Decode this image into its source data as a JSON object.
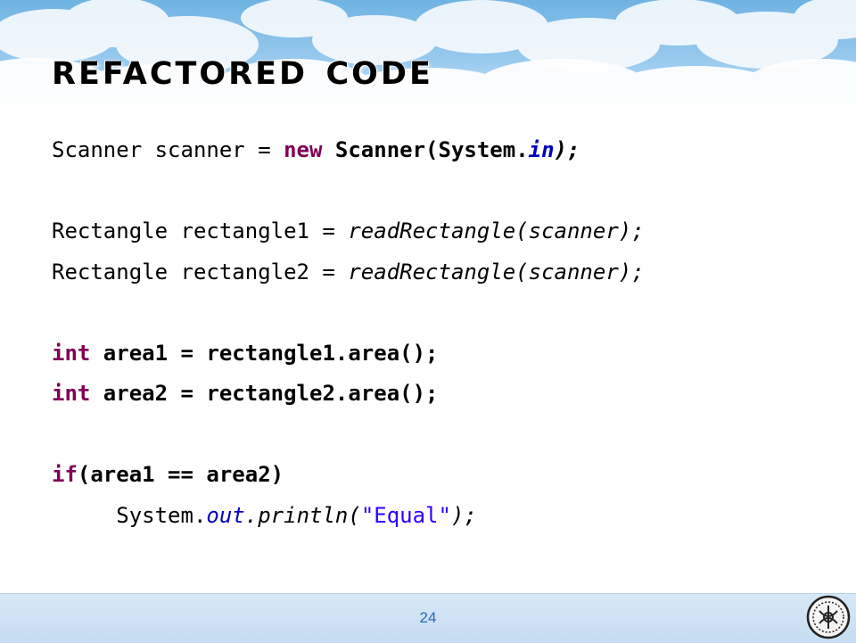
{
  "slide": {
    "title": "Refactored Code",
    "page_number": "24"
  },
  "code": {
    "line1": {
      "a": "Scanner scanner = ",
      "kw": "new",
      "b": " Scanner(System.",
      "field": "in",
      "c": ");"
    },
    "line2": {
      "a": "Rectangle rectangle1 = ",
      "b": "readRectangle(scanner);"
    },
    "line3": {
      "a": "Rectangle rectangle2 = ",
      "b": "readRectangle(scanner);"
    },
    "line4": {
      "kw": "int",
      "b": " area1 = rectangle1.area();"
    },
    "line5": {
      "kw": "int",
      "b": " area2 = rectangle2.area();"
    },
    "line6": {
      "kw": "if",
      "b": "(area1 == area2)"
    },
    "line7": {
      "indent": "     ",
      "a": "System.",
      "field": "out",
      "b": ".println(",
      "str": "\"Equal\"",
      "c": ");"
    }
  },
  "colors": {
    "keyword": "#7f0055",
    "field": "#0000c0",
    "string": "#2a00ff",
    "page_number": "#2b69b5"
  },
  "icons": {
    "logo": "university-seal-icon"
  }
}
